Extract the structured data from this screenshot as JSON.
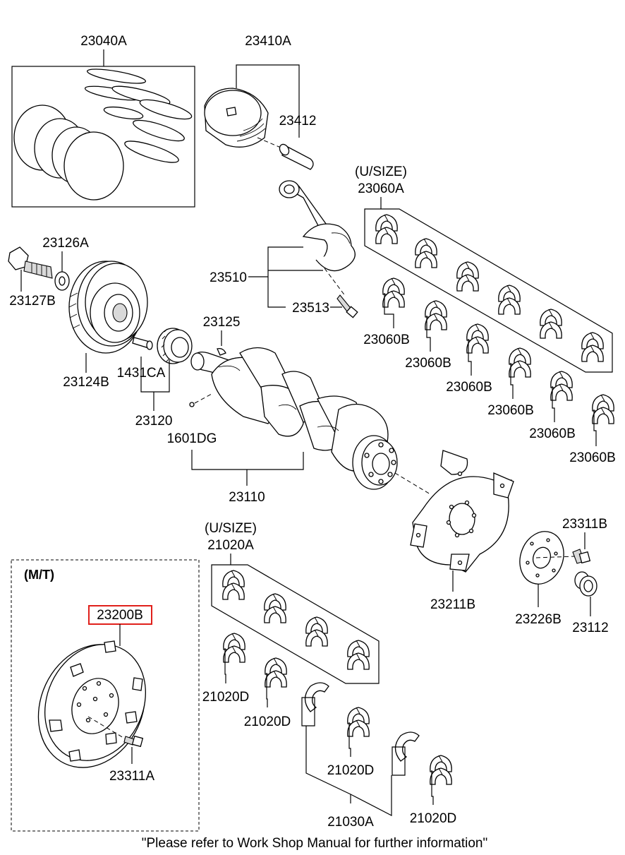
{
  "labels": {
    "piston_ring_set": "23040A",
    "piston_assy": "23410A",
    "piston_pin": "23412",
    "conrod_bearing_usize": "(U/SIZE)",
    "conrod_bearing_set": "23060A",
    "pulley_bolt": "23126A",
    "pulley_washer_bolt": "23127B",
    "connecting_rod": "23510",
    "conrod_bolt": "23513",
    "key": "23125",
    "bearing_b1": "23060B",
    "bearing_b2": "23060B",
    "bearing_b3": "23060B",
    "bearing_b4": "23060B",
    "bearing_b5": "23060B",
    "bearing_b6": "23060B",
    "damper_pulley": "23124B",
    "pin": "1431CA",
    "sprocket": "23120",
    "dowel": "1601DG",
    "crankshaft": "23110",
    "main_bearing_usize": "(U/SIZE)",
    "main_bearing_set": "21020A",
    "flywheel_bolt_b": "23311B",
    "drive_plate": "23211B",
    "adapter_plate": "23226B",
    "bushing": "23112",
    "mt_heading": "(M/T)",
    "flywheel": "23200B",
    "main_bearing_d1": "21020D",
    "main_bearing_d2": "21020D",
    "main_bearing_d3": "21020D",
    "main_bearing_d4": "21020D",
    "thrust_bearing": "21030A",
    "flywheel_bolt_a": "23311A"
  },
  "footer_note": "\"Please refer to Work Shop Manual for further information\"",
  "highlight_color": "#e0201b"
}
